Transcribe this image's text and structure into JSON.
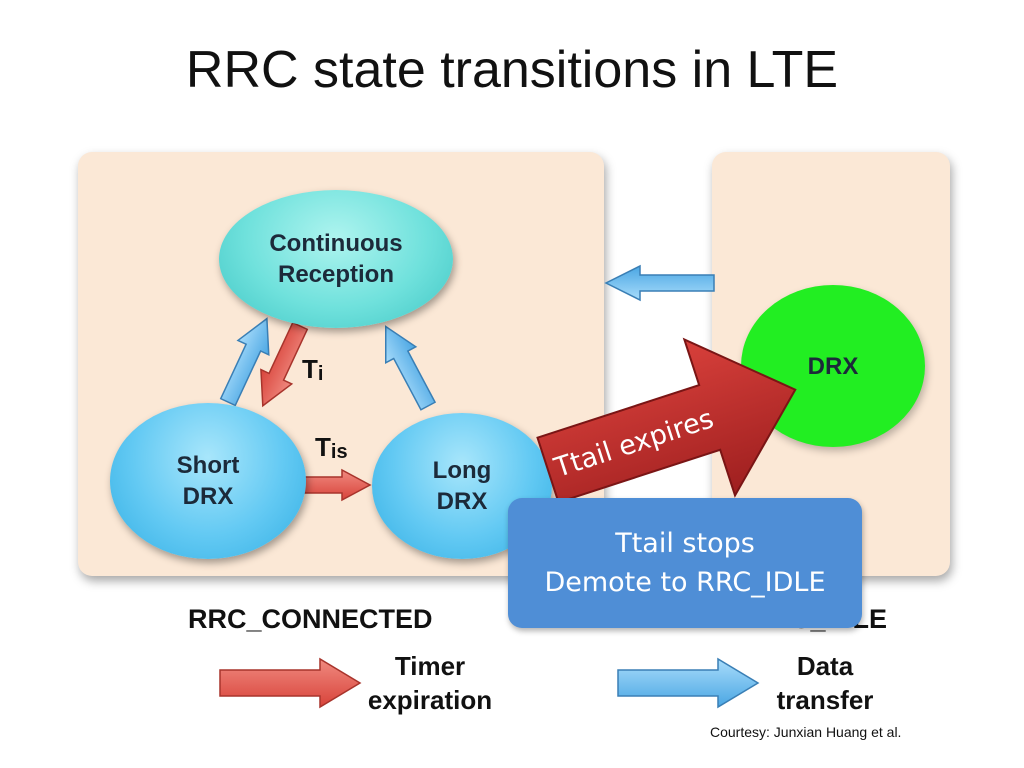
{
  "title": "RRC state transitions in LTE",
  "states": {
    "continuous_line1": "Continuous",
    "continuous_line2": "Reception",
    "short_line1": "Short",
    "short_line2": "DRX",
    "long_line1": "Long",
    "long_line2": "DRX",
    "drx": "DRX"
  },
  "timers": {
    "ti_main": "T",
    "ti_sub": "i",
    "tis_main": "T",
    "tis_sub": "is"
  },
  "groups": {
    "connected": "RRC_CONNECTED",
    "idle": "RRC_IDLE"
  },
  "ttail_arrow": "Ttail expires",
  "ttail_box": {
    "line1": "Ttail stops",
    "line2": "Demote to RRC_IDLE"
  },
  "legend": {
    "timer_line1": "Timer",
    "timer_line2": "expiration",
    "data_line1": "Data",
    "data_line2": "transfer"
  },
  "courtesy": "Courtesy: Junxian Huang et al.",
  "colors": {
    "panel": "#fbe8d6",
    "red_arrow": "#e0544b",
    "blue_arrow": "#67b9ec",
    "big_arrow": "#b82a2a",
    "ttail_box": "#4f8ed6",
    "drx_fill": "#22ee22"
  }
}
